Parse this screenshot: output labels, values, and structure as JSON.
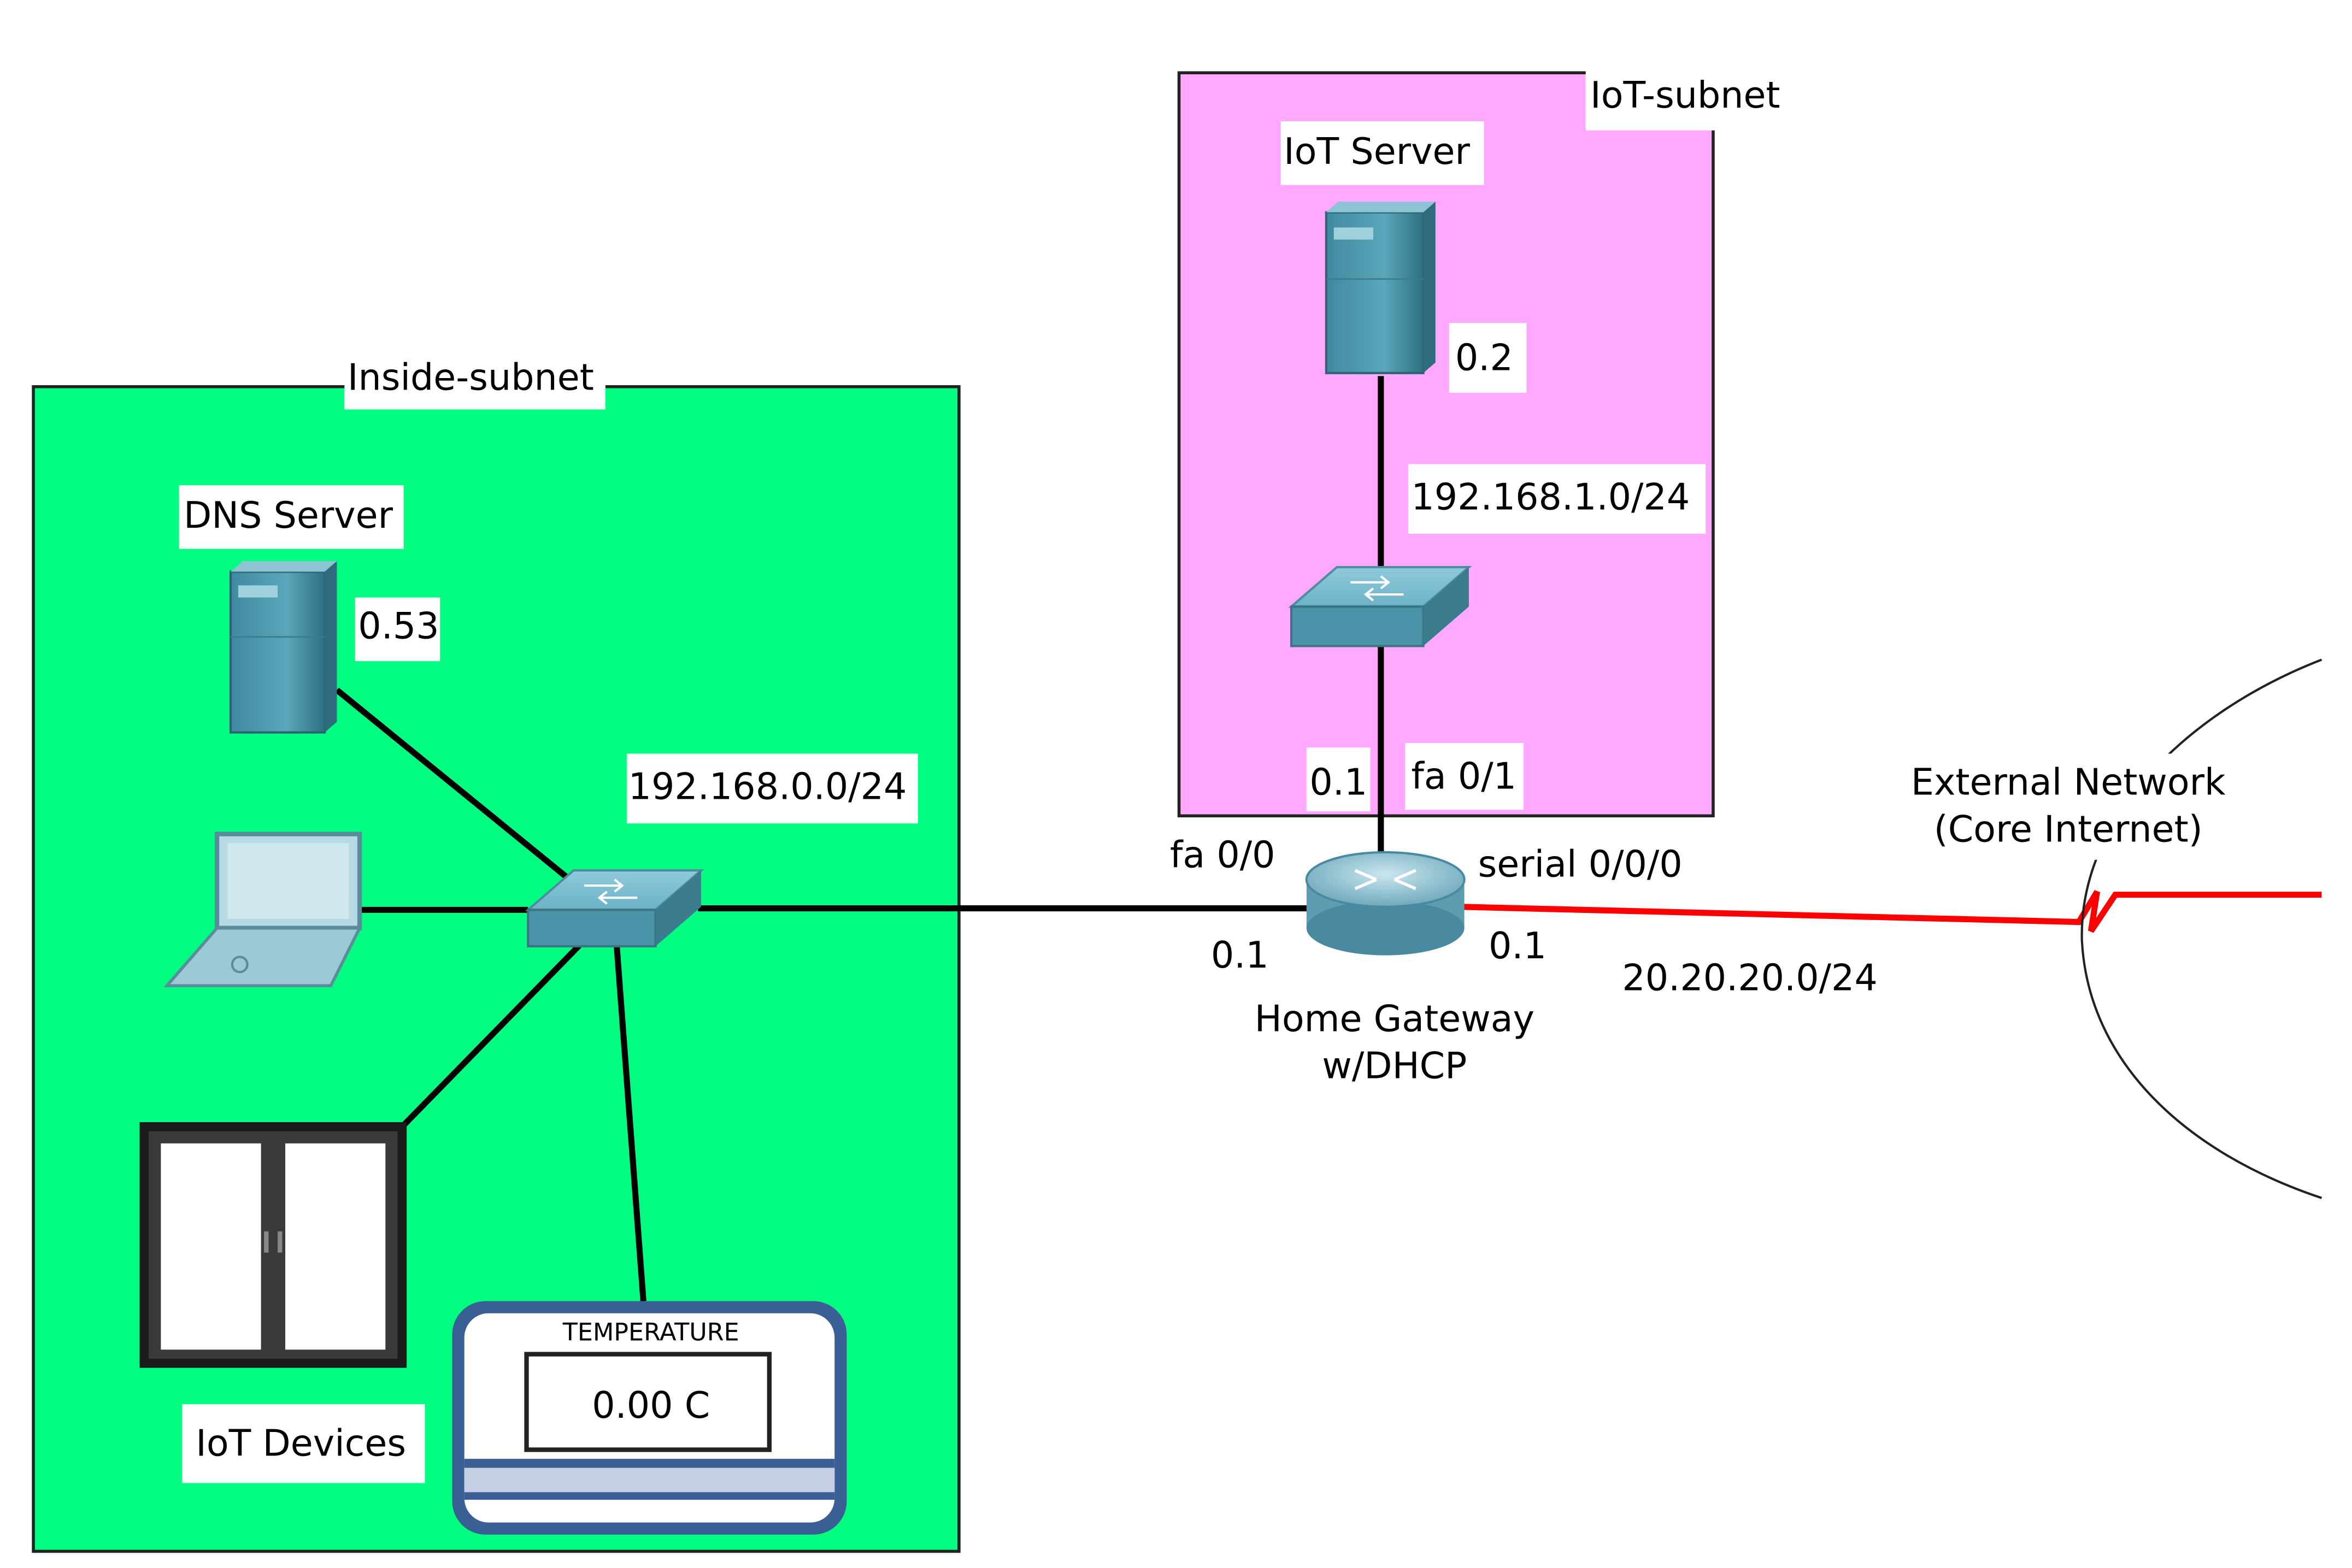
{
  "subnets": {
    "inside": {
      "name": "Inside-subnet",
      "color": "#00ff80"
    },
    "iot": {
      "name": "IoT-subnet",
      "color": "#ffa8ff"
    }
  },
  "devices": {
    "dns_server": {
      "label": "DNS Server",
      "ip_suffix": "0.53"
    },
    "iot_server": {
      "label": "IoT Server",
      "ip_suffix": "0.2"
    },
    "home_gateway": {
      "label_line1": "Home Gateway",
      "label_line2": "w/DHCP"
    },
    "thermostat": {
      "title": "TEMPERATURE",
      "reading": "0.00 C"
    },
    "iot_devices": {
      "label": "IoT Devices"
    },
    "external_network": {
      "label_line1": "External Network",
      "label_line2": "(Core Internet)"
    }
  },
  "networks": {
    "inside": "192.168.0.0/24",
    "iot": "192.168.1.0/24",
    "wan": "20.20.20.0/24"
  },
  "interfaces": {
    "fa00_name": "fa 0/0",
    "fa00_ip": "0.1",
    "fa01_name": "fa 0/1",
    "fa01_ip": "0.1",
    "serial_name": "serial 0/0/0",
    "serial_ip": "0.1"
  },
  "colors": {
    "wan_link": "#ff0000",
    "device_teal": "#4a93a8",
    "link": "#000000"
  }
}
